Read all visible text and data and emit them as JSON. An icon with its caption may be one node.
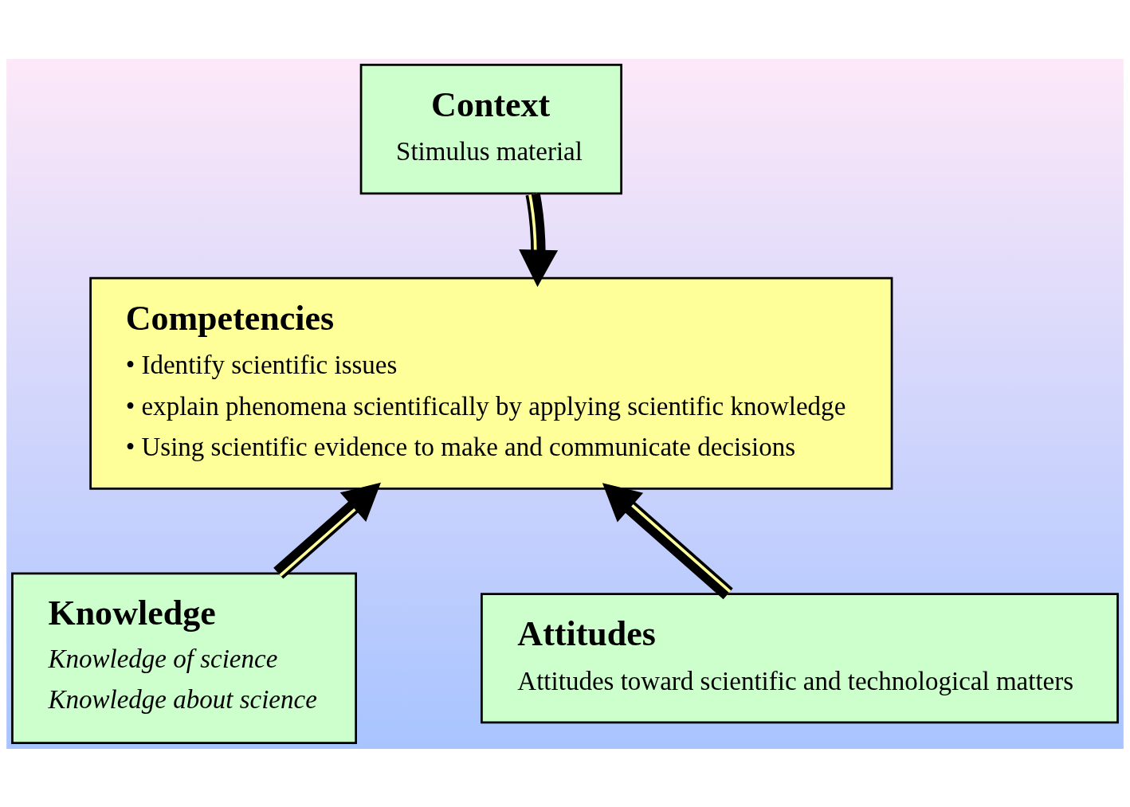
{
  "diagram": {
    "nodes": [
      {
        "text": [
          "Context",
          "Stimulus material"
        ]
      },
      {
        "text": [
          "Competencies",
          "• Identify scientific issues",
          "• explain phenomena scientifically by applying scientific knowledge",
          "• Using scientific evidence to make and communicate decisions"
        ]
      },
      {
        "text": [
          "Knowledge",
          "Knowledge of science",
          "Knowledge about science"
        ]
      },
      {
        "text": [
          "Attitudes",
          "Attitudes toward scientific and technological matters"
        ]
      }
    ],
    "edges": [
      {
        "from": 0,
        "to": 1,
        "arrow": "to"
      },
      {
        "from": 2,
        "to": 1,
        "arrow": "to"
      },
      {
        "from": 3,
        "to": 1,
        "arrow": "to"
      }
    ]
  }
}
